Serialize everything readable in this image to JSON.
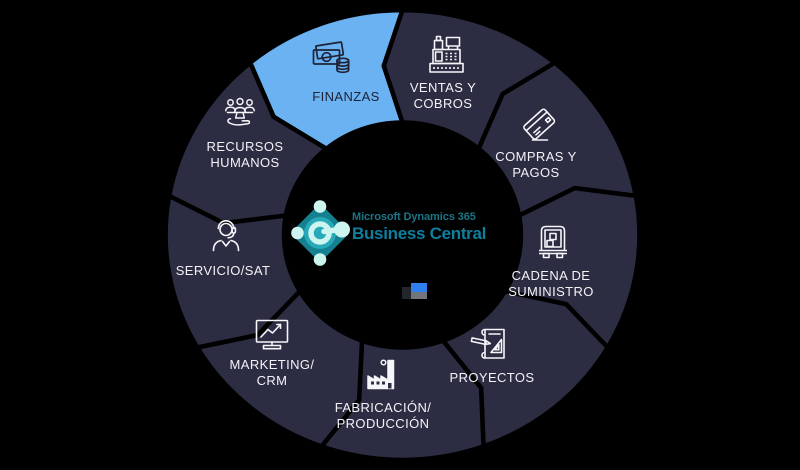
{
  "background_color": "#000000",
  "center_logo": {
    "brand_line1": "Microsoft Dynamics 365",
    "brand_line2": "Business Central",
    "colors": {
      "line1": "#1c7585",
      "line2": "#0d7f9f",
      "emblem_dark": "#15808f",
      "emblem_mid": "#27a9ba",
      "emblem_pale": "#cdf5ef"
    }
  },
  "wheel": {
    "colors": {
      "segment": "#2c2c42",
      "highlight": "#6bb2f2",
      "gap": "#000000",
      "label_on_dark": "#f2f3f7",
      "label_on_highlight": "#1d2236",
      "icon_on_dark": "#f5f6fa",
      "icon_on_highlight": "#1d2236"
    },
    "segments": [
      {
        "id": "finanzas",
        "label_lines": [
          "FINANZAS"
        ],
        "icon": "money-icon",
        "highlighted": true
      },
      {
        "id": "ventas-y-cobros",
        "label_lines": [
          "VENTAS Y",
          "COBROS"
        ],
        "icon": "cash-register-icon",
        "highlighted": false
      },
      {
        "id": "compras-y-pagos",
        "label_lines": [
          "COMPRAS Y",
          "PAGOS"
        ],
        "icon": "credit-card-icon",
        "highlighted": false
      },
      {
        "id": "cadena-de-suministro",
        "label_lines": [
          "CADENA DE",
          "SUMINISTRO"
        ],
        "icon": "delivery-truck-icon",
        "highlighted": false
      },
      {
        "id": "proyectos",
        "label_lines": [
          "PROYECTOS"
        ],
        "icon": "blueprint-icon",
        "highlighted": false
      },
      {
        "id": "fabricacion-produccion",
        "label_lines": [
          "FABRICACIÓN/",
          "PRODUCCIÓN"
        ],
        "icon": "factory-icon",
        "highlighted": false
      },
      {
        "id": "marketing-crm",
        "label_lines": [
          "MARKETING/",
          "CRM"
        ],
        "icon": "chart-monitor-icon",
        "highlighted": false
      },
      {
        "id": "servicio-sat",
        "label_lines": [
          "SERVICIO/SAT"
        ],
        "icon": "support-agent-icon",
        "highlighted": false
      },
      {
        "id": "recursos-humanos",
        "label_lines": [
          "RECURSOS",
          "HUMANOS"
        ],
        "icon": "team-hand-icon",
        "highlighted": false
      }
    ]
  },
  "watermark": {
    "colors": {
      "blue": "#2e7ff0",
      "gray": "#72767c",
      "dark": "#23262b"
    }
  }
}
